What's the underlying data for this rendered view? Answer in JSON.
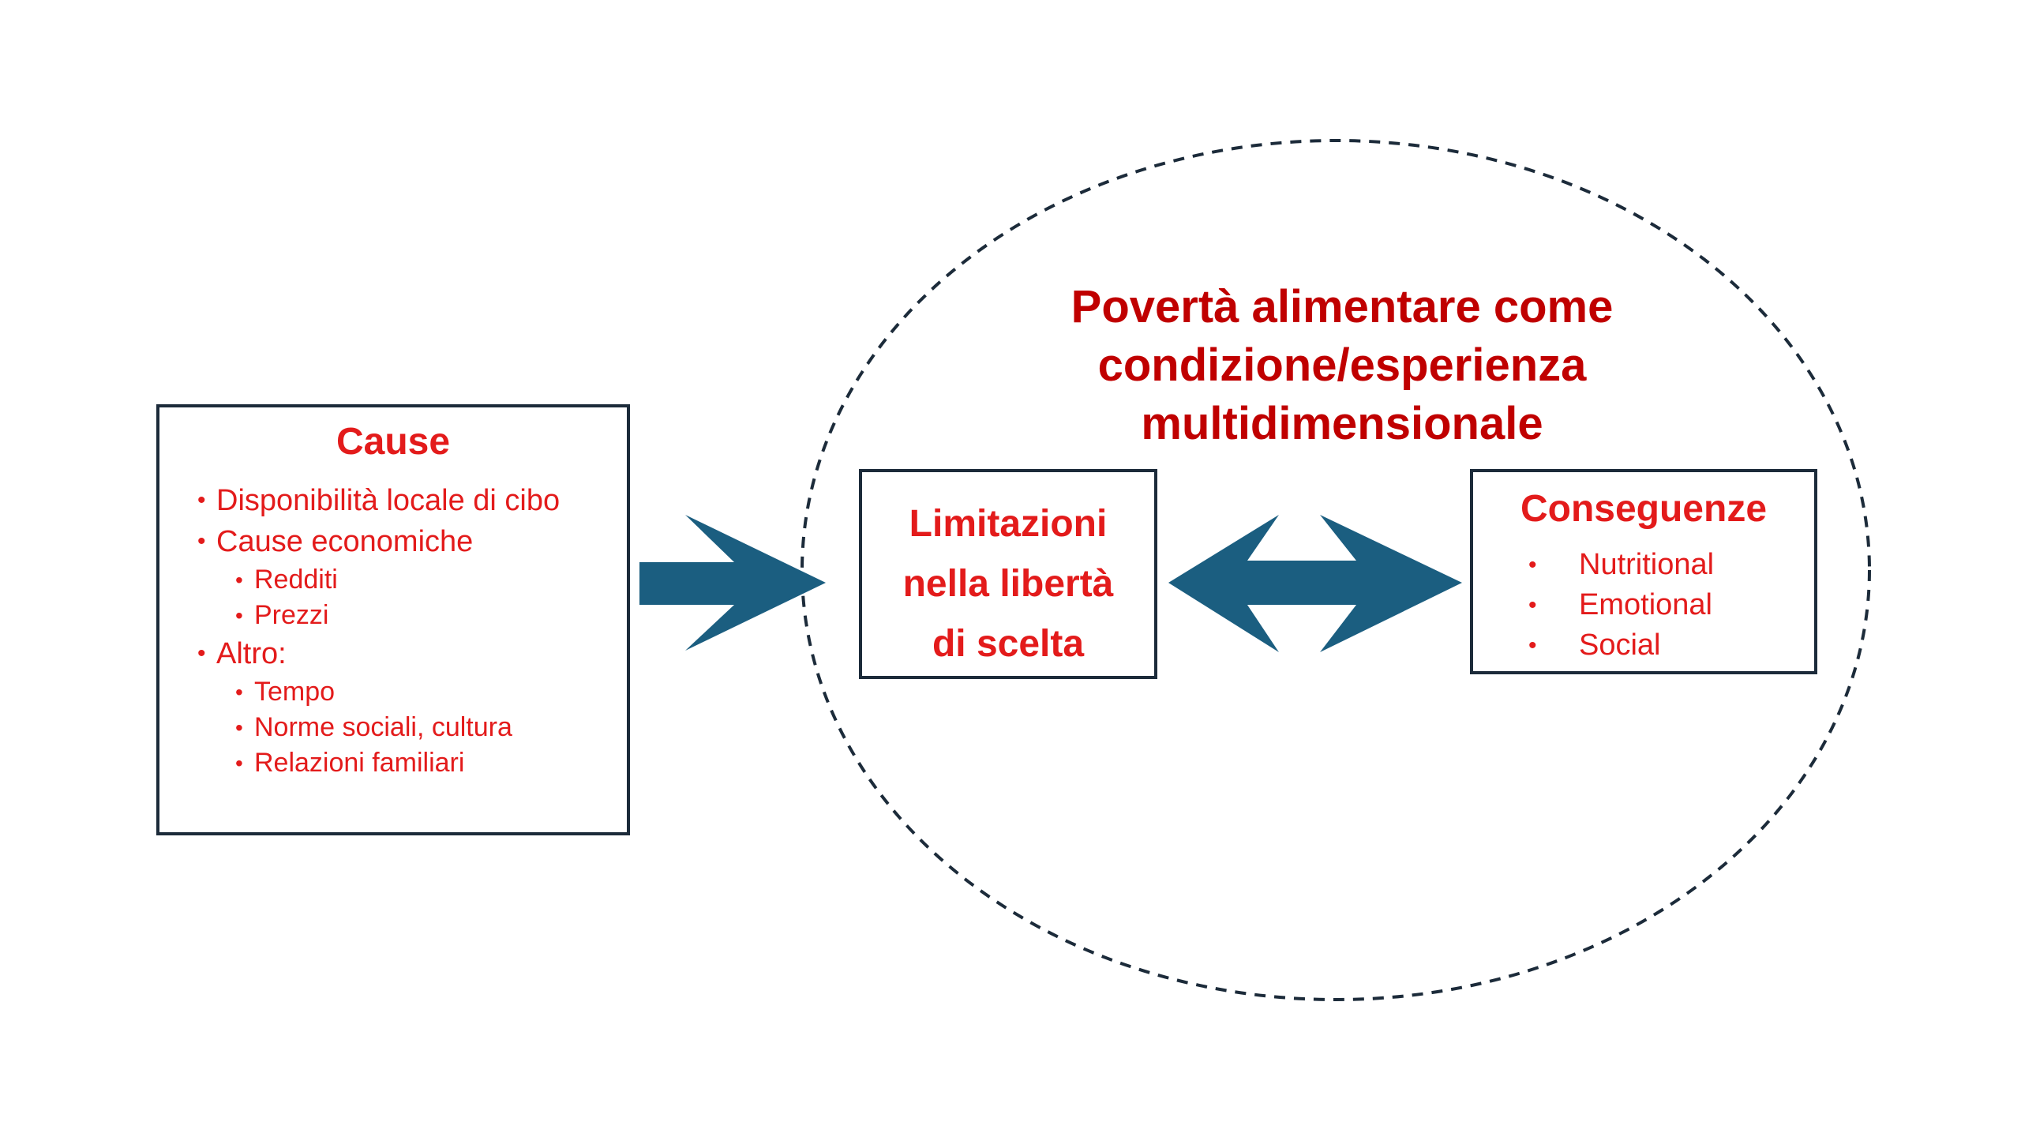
{
  "colors": {
    "text_red": "#e31b1b",
    "title_red": "#c00000",
    "arrow_blue": "#1b5e80",
    "border_dark": "#1c2b3a"
  },
  "causes": {
    "title": "Cause",
    "items": [
      {
        "label": "Disponibilità locale di cibo",
        "subitems": []
      },
      {
        "label": "Cause economiche",
        "subitems": [
          "Redditi",
          "Prezzi"
        ]
      },
      {
        "label": "Altro:",
        "subitems": [
          "Tempo",
          "Norme sociali, cultura",
          "Relazioni familiari"
        ]
      }
    ]
  },
  "main_title": {
    "line1": "Povertà alimentare come",
    "line2": "condizione/esperienza",
    "line3": "multidimensionale"
  },
  "limitations": {
    "line1": "Limitazioni",
    "line2": "nella libertà",
    "line3": "di scelta"
  },
  "consequences": {
    "title": "Conseguenze",
    "items": [
      "Nutritional",
      "Emotional",
      "Social"
    ]
  },
  "icons": {
    "cause_arrow": "right-arrow-icon",
    "link_arrow": "double-arrow-icon"
  }
}
